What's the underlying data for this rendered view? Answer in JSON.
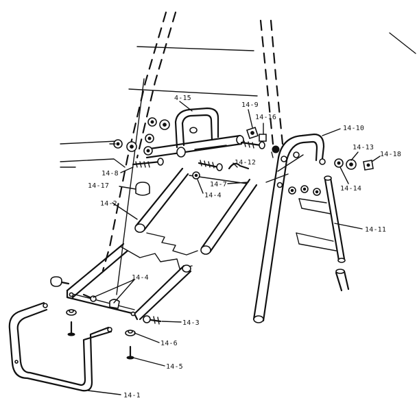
{
  "diagram": {
    "labels": {
      "l14_15": "4-15",
      "l14_9": "14-9",
      "l14_16": "14-16",
      "l14_10": "14-10",
      "l14_13": "14-13",
      "l14_18": "14-18",
      "l14_12": "14-12",
      "l14_8": "14-8",
      "l14_17": "14-17",
      "l14_7": "14-7",
      "l14_4a": "14-4",
      "l14_14": "14-14",
      "l14_2": "14-2",
      "l14_11": "14-11",
      "l14_4b": "14-4",
      "l14_3": "14-3",
      "l14_6": "14-6",
      "l14_5": "14-5",
      "l14_1": "14-1"
    }
  }
}
